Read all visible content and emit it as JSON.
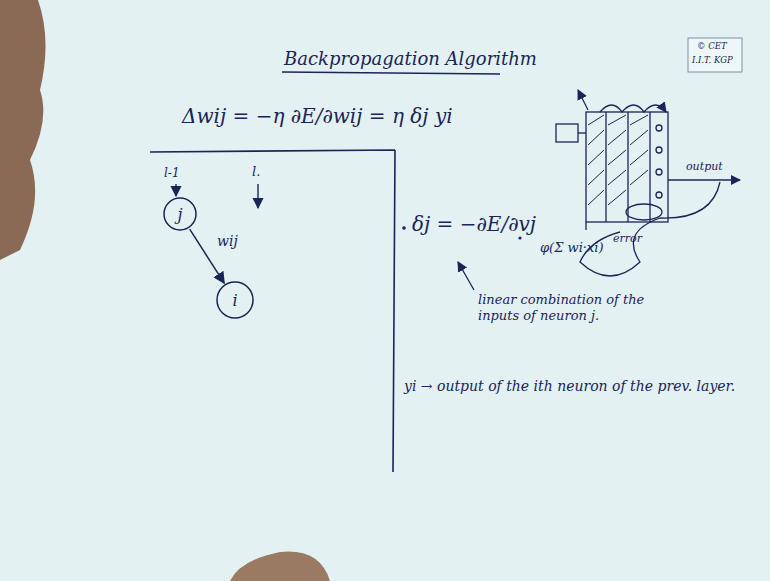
{
  "diagram": {
    "title": "Backpropagation Algorithm",
    "nodes": [
      {
        "text": [
          "j"
        ]
      },
      {
        "text": [
          "i"
        ]
      }
    ],
    "edges": [
      {
        "from": 0,
        "to": 1,
        "arrow": "to",
        "label": "wij"
      }
    ],
    "labels": [
      "© CET",
      "I.I.T. KGP",
      "Δwij = −η ∂E/∂wij = η δj yi",
      "l-1",
      "l.",
      "δj = −∂E/∂vj",
      "linear combination of the inputs of neuron j.",
      "yi → output of the ith neuron of the prev. layer.",
      "output",
      "error",
      "φ(Σ wi·xi)"
    ]
  }
}
